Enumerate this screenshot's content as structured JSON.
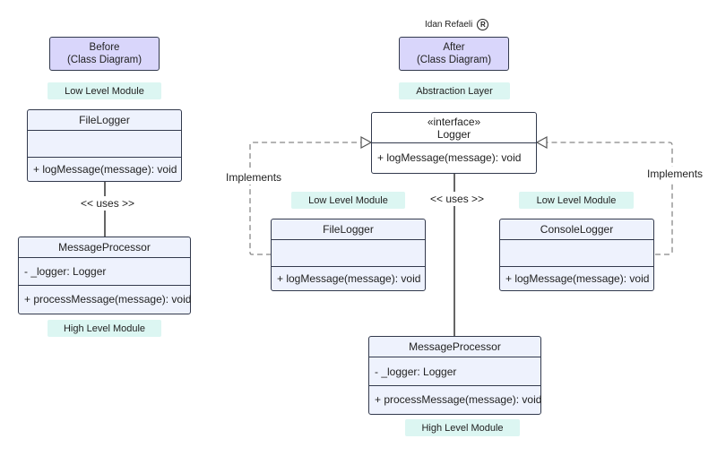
{
  "author": "Idan Refaeli",
  "registered_mark": "R",
  "before": {
    "title_line1": "Before",
    "title_line2": "(Class Diagram)",
    "low_level_tag": "Low Level Module",
    "high_level_tag": "High Level Module",
    "uses_label": "<< uses >>",
    "file_logger": {
      "name": "FileLogger",
      "attributes": "",
      "method": "+ logMessage(message): void"
    },
    "message_processor": {
      "name": "MessageProcessor",
      "attribute": "-  _logger: Logger",
      "method": "+ processMessage(message): void"
    }
  },
  "after": {
    "title_line1": "After",
    "title_line2": "(Class Diagram)",
    "abstraction_tag": "Abstraction Layer",
    "low_level_tag_left": "Low Level Module",
    "low_level_tag_right": "Low Level Module",
    "high_level_tag": "High Level Module",
    "uses_label": "<< uses >>",
    "implements_left": "Implements",
    "implements_right": "Implements",
    "logger": {
      "stereotype": "«interface»",
      "name": "Logger",
      "method": "+ logMessage(message): void"
    },
    "file_logger": {
      "name": "FileLogger",
      "method": "+ logMessage(message): void"
    },
    "console_logger": {
      "name": "ConsoleLogger",
      "method": "+ logMessage(message): void"
    },
    "message_processor": {
      "name": "MessageProcessor",
      "attribute": "-  _logger: Logger",
      "method": "+ processMessage(message): void"
    }
  }
}
